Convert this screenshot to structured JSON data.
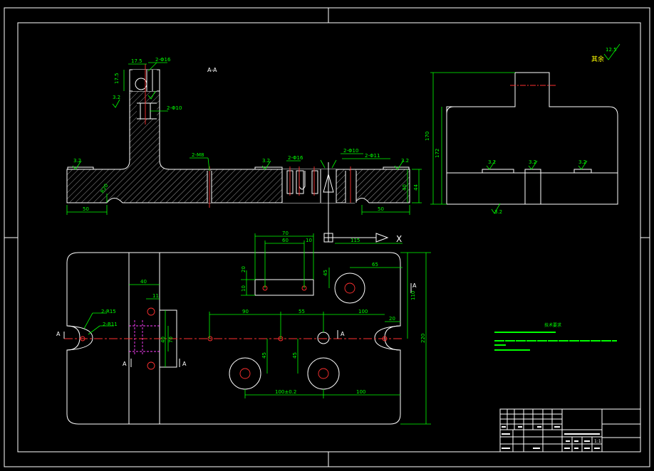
{
  "section_label": "A-A",
  "axis_x_label": "X",
  "roughness": {
    "other": "其余",
    "other_value": "12.5",
    "value": "3.2"
  },
  "section_dims": {
    "d175": "17.5",
    "d175v": "17.5",
    "hole_top": "2-Φ16",
    "hole_mid": "2-Φ10",
    "hole_small": "2-M8",
    "hole_right": "2-Φ10",
    "hole_right2": "2-Φ11",
    "hole_center": "2-Φ16",
    "w50_left": "50",
    "w50_right": "50",
    "h40": "40",
    "h44": "44",
    "r20": "R20"
  },
  "side_dims": {
    "h170": "170",
    "h172": "172"
  },
  "plan_dims": {
    "d70": "70",
    "d60": "60",
    "d10": "10",
    "d115": "115",
    "d65": "65",
    "d45": "45",
    "d40": "40",
    "d11": "11",
    "r15": "2-R15",
    "r11": "2-R11",
    "d90": "90",
    "d55": "55",
    "d100": "100",
    "d20": "20",
    "d110": "110",
    "d220": "220",
    "d100b": "100",
    "tol": "100±0.2",
    "d45b": "45",
    "d45c": "45",
    "d40b": "40",
    "d70b": "70",
    "d20b": "20",
    "d10b": "10"
  },
  "section_marks": {
    "a": "A",
    "a1": "A",
    "a2": "A",
    "a3": "A",
    "a4": "A"
  },
  "tech_req": {
    "title": "技术要求"
  },
  "title_block": {
    "scale": "1:1"
  }
}
